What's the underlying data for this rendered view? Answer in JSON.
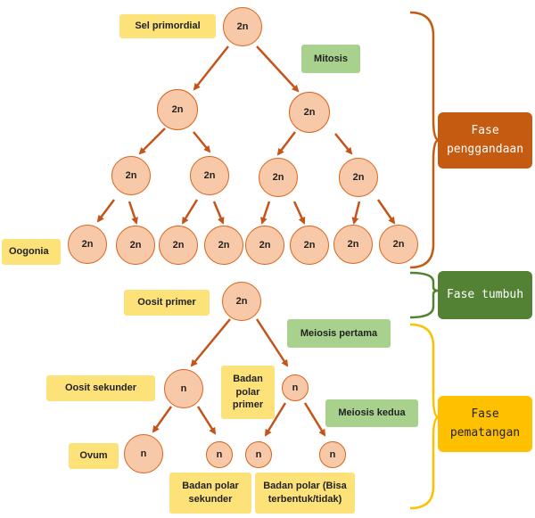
{
  "colors": {
    "cell_fill": "#f8c9a8",
    "cell_stroke": "#d9631a",
    "arrow": "#c4541a",
    "label_yellow": "#fde27a",
    "label_green": "#a9d18e",
    "phase1": "#c55a11",
    "phase2": "#548235",
    "phase3": "#ffc000"
  },
  "cells": {
    "root": "2n",
    "level1": [
      "2n",
      "2n"
    ],
    "level2": [
      "2n",
      "2n",
      "2n",
      "2n"
    ],
    "oogonia": [
      "2n",
      "2n",
      "2n",
      "2n",
      "2n",
      "2n",
      "2n",
      "2n"
    ],
    "oosit_primer": "2n",
    "oosit_sekunder": "n",
    "badan_polar_primer": "n",
    "ovum": "n",
    "badan_polar_sekunder_a": "n",
    "badan_polar_b1": "n",
    "badan_polar_b2": "n"
  },
  "labels": {
    "sel_primordial": "Sel primordial",
    "mitosis": "Mitosis",
    "oogonia": "Oogonia",
    "oosit_primer": "Oosit primer",
    "meiosis_pertama": "Meiosis pertama",
    "oosit_sekunder": "Oosit sekunder",
    "badan_polar_primer": "Badan polar primer",
    "meiosis_kedua": "Meiosis kedua",
    "ovum": "Ovum",
    "badan_polar_sekunder": "Badan polar sekunder",
    "badan_polar_bisa": "Badan polar (Bisa terbentuk/tidak)"
  },
  "phases": {
    "penggandaan": "Fase penggandaan",
    "tumbuh": "Fase tumbuh",
    "pematangan": "Fase pematangan"
  }
}
